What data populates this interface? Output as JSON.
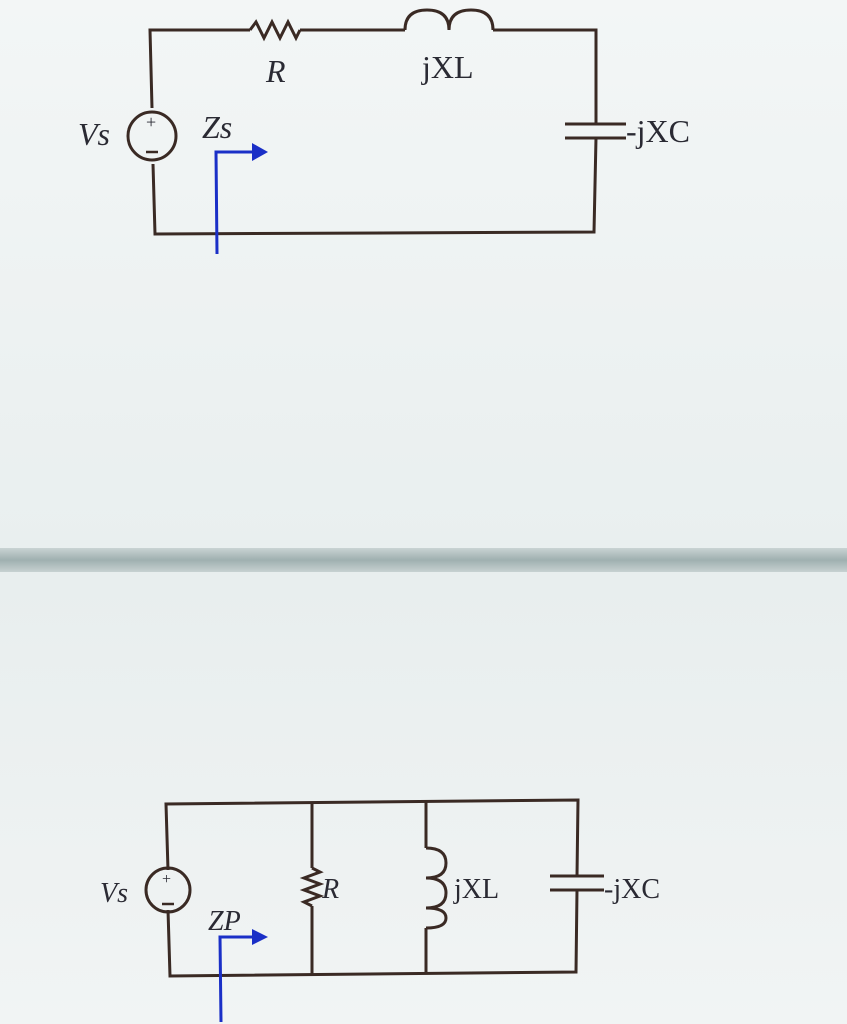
{
  "series_circuit": {
    "source_label": "Vs",
    "resistor_label": "R",
    "inductor_label": "jXL",
    "capacitor_label": "-jXC",
    "impedance_label": "Zs"
  },
  "parallel_circuit": {
    "source_label": "Vs",
    "resistor_label": "R",
    "inductor_label": "jXL",
    "capacitor_label": "-jXC",
    "impedance_label": "ZP"
  },
  "colors": {
    "wire": "#3a2a24",
    "impedance_arrow": "#1a2fc7",
    "divider": "#9fb0b0"
  }
}
